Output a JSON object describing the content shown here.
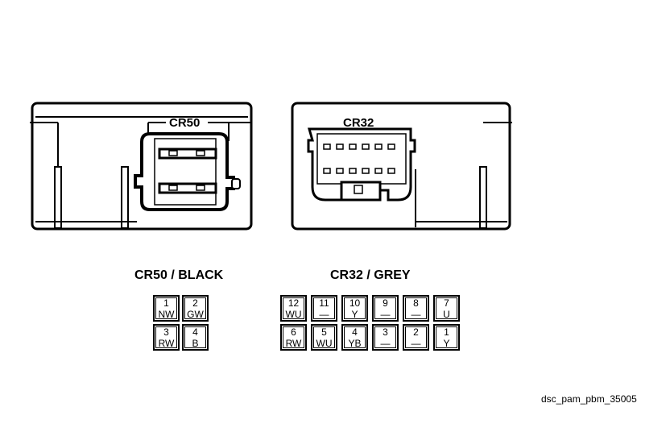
{
  "cr50": {
    "label": "CR50",
    "title": "CR50 / BLACK",
    "pins": [
      {
        "num": "1",
        "wire": "NW"
      },
      {
        "num": "2",
        "wire": "GW"
      },
      {
        "num": "3",
        "wire": "RW"
      },
      {
        "num": "4",
        "wire": "B"
      }
    ]
  },
  "cr32": {
    "label": "CR32",
    "title": "CR32 / GREY",
    "pins": [
      {
        "num": "12",
        "wire": "WU"
      },
      {
        "num": "11",
        "wire": "—"
      },
      {
        "num": "10",
        "wire": "Y"
      },
      {
        "num": "9",
        "wire": "—"
      },
      {
        "num": "8",
        "wire": "—"
      },
      {
        "num": "7",
        "wire": "U"
      },
      {
        "num": "6",
        "wire": "RW"
      },
      {
        "num": "5",
        "wire": "WU"
      },
      {
        "num": "4",
        "wire": "YB"
      },
      {
        "num": "3",
        "wire": "—"
      },
      {
        "num": "2",
        "wire": "—"
      },
      {
        "num": "1",
        "wire": "Y"
      }
    ]
  },
  "footer": {
    "code": "dsc_pam_pbm_35005"
  }
}
